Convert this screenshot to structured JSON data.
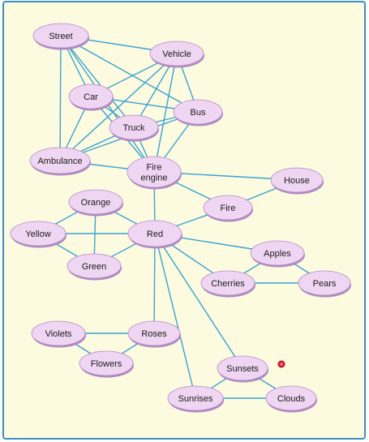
{
  "colors": {
    "background": "#fcfbe0",
    "frame": "#3a8fc8",
    "edge": "#3aa2cf",
    "node_fill": "#efd6f2",
    "node_stroke": "#b38bc6",
    "node_shadow": "#b08ac0",
    "marker": "#d0102a"
  },
  "nodes": [
    {
      "id": "street",
      "label": [
        "Street"
      ]
    },
    {
      "id": "vehicle",
      "label": [
        "Vehicle"
      ]
    },
    {
      "id": "car",
      "label": [
        "Car"
      ]
    },
    {
      "id": "bus",
      "label": [
        "Bus"
      ]
    },
    {
      "id": "truck",
      "label": [
        "Truck"
      ]
    },
    {
      "id": "ambulance",
      "label": [
        "Ambulance"
      ]
    },
    {
      "id": "fire-engine",
      "label": [
        "Fire",
        "engine"
      ]
    },
    {
      "id": "house",
      "label": [
        "House"
      ]
    },
    {
      "id": "fire",
      "label": [
        "Fire"
      ]
    },
    {
      "id": "orange",
      "label": [
        "Orange"
      ]
    },
    {
      "id": "yellow",
      "label": [
        "Yellow"
      ]
    },
    {
      "id": "red",
      "label": [
        "Red"
      ]
    },
    {
      "id": "green",
      "label": [
        "Green"
      ]
    },
    {
      "id": "apples",
      "label": [
        "Apples"
      ]
    },
    {
      "id": "cherries",
      "label": [
        "Cherries"
      ]
    },
    {
      "id": "pears",
      "label": [
        "Pears"
      ]
    },
    {
      "id": "violets",
      "label": [
        "Violets"
      ]
    },
    {
      "id": "roses",
      "label": [
        "Roses"
      ]
    },
    {
      "id": "flowers",
      "label": [
        "Flowers"
      ]
    },
    {
      "id": "sunsets",
      "label": [
        "Sunsets"
      ]
    },
    {
      "id": "sunrises",
      "label": [
        "Sunrises"
      ]
    },
    {
      "id": "clouds",
      "label": [
        "Clouds"
      ]
    }
  ],
  "edges": [
    [
      "street",
      "vehicle"
    ],
    [
      "street",
      "car"
    ],
    [
      "street",
      "truck"
    ],
    [
      "street",
      "bus"
    ],
    [
      "street",
      "ambulance"
    ],
    [
      "street",
      "fire-engine"
    ],
    [
      "vehicle",
      "car"
    ],
    [
      "vehicle",
      "bus"
    ],
    [
      "vehicle",
      "truck"
    ],
    [
      "vehicle",
      "ambulance"
    ],
    [
      "vehicle",
      "fire-engine"
    ],
    [
      "car",
      "bus"
    ],
    [
      "car",
      "truck"
    ],
    [
      "car",
      "ambulance"
    ],
    [
      "car",
      "fire-engine"
    ],
    [
      "bus",
      "truck"
    ],
    [
      "bus",
      "ambulance"
    ],
    [
      "bus",
      "fire-engine"
    ],
    [
      "truck",
      "ambulance"
    ],
    [
      "truck",
      "fire-engine"
    ],
    [
      "ambulance",
      "fire-engine"
    ],
    [
      "fire-engine",
      "house"
    ],
    [
      "fire-engine",
      "fire"
    ],
    [
      "fire-engine",
      "red"
    ],
    [
      "house",
      "fire"
    ],
    [
      "fire",
      "red"
    ],
    [
      "orange",
      "yellow"
    ],
    [
      "orange",
      "red"
    ],
    [
      "orange",
      "green"
    ],
    [
      "yellow",
      "red"
    ],
    [
      "yellow",
      "green"
    ],
    [
      "green",
      "red"
    ],
    [
      "red",
      "apples"
    ],
    [
      "red",
      "cherries"
    ],
    [
      "red",
      "roses"
    ],
    [
      "red",
      "sunsets"
    ],
    [
      "red",
      "sunrises"
    ],
    [
      "apples",
      "cherries"
    ],
    [
      "apples",
      "pears"
    ],
    [
      "cherries",
      "pears"
    ],
    [
      "violets",
      "roses"
    ],
    [
      "violets",
      "flowers"
    ],
    [
      "roses",
      "flowers"
    ],
    [
      "sunsets",
      "sunrises"
    ],
    [
      "sunsets",
      "clouds"
    ],
    [
      "sunrises",
      "clouds"
    ]
  ]
}
